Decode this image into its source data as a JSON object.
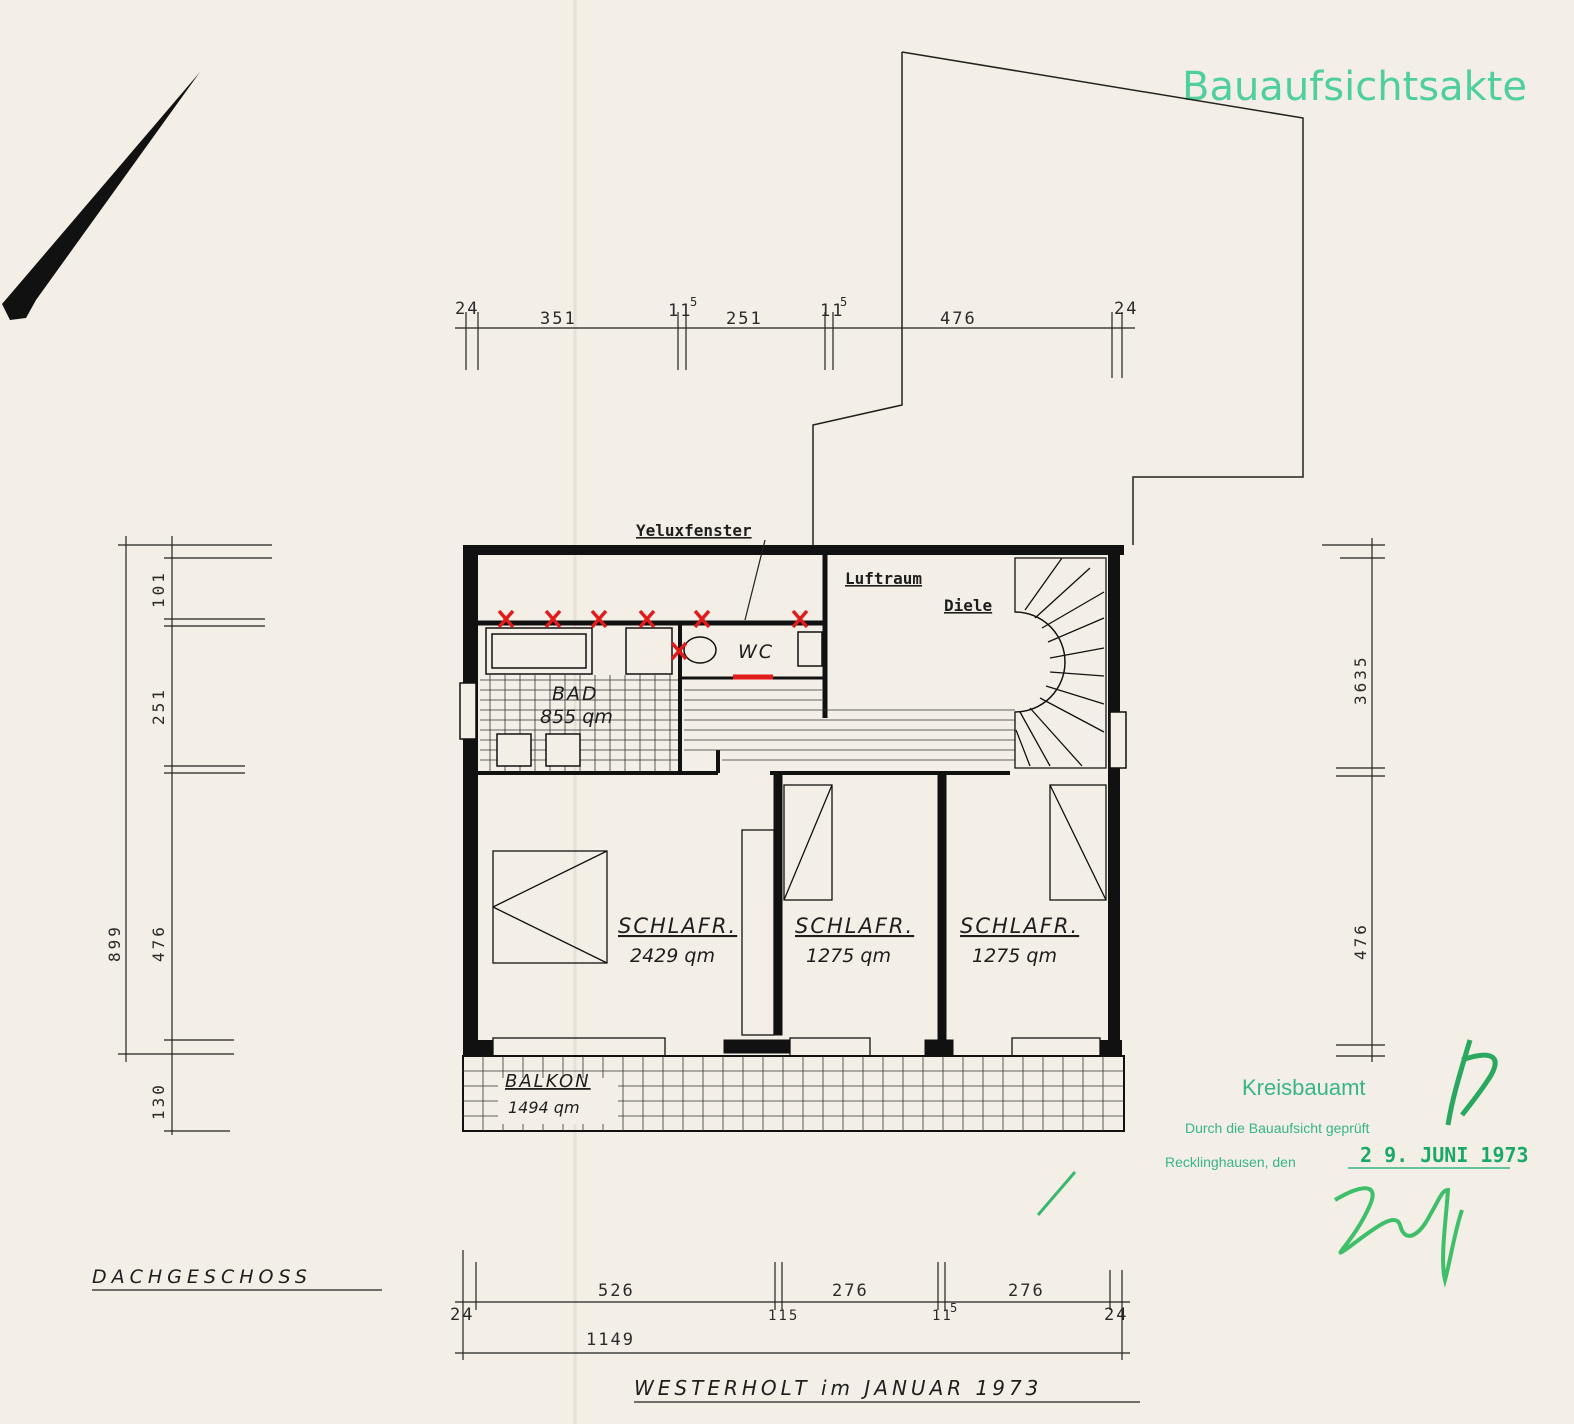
{
  "stamp_top": "Bauaufsichtsakte",
  "labels": {
    "yeluxfenster": "Yeluxfenster",
    "luftraum": "Luftraum",
    "diele": "Diele",
    "wc": "WC",
    "bad": "BAD",
    "bad_area": "855 qm",
    "bedroom1": "SCHLAFR.",
    "bedroom1_area": "2429 qm",
    "bedroom2": "SCHLAFR.",
    "bedroom2_area": "1275 qm",
    "bedroom3": "SCHLAFR.",
    "bedroom3_area": "1275 qm",
    "balkon": "BALKON",
    "balkon_area": "1494 qm"
  },
  "dims_top": [
    "24",
    "351",
    "11",
    "5",
    "251",
    "11",
    "5",
    "476",
    "24"
  ],
  "dims_left": [
    "101",
    "251",
    "476",
    "899",
    "130"
  ],
  "dims_right": [
    "3635",
    "476"
  ],
  "dims_bottom": [
    "24",
    "526",
    "115",
    "276",
    "11",
    "5",
    "276",
    "24",
    "1149"
  ],
  "floor_title": "DACHGESCHOSS",
  "place_date": "WESTERHOLT  im  JANUAR  1973",
  "stamp": {
    "office": "Kreisbauamt",
    "line1": "Durch die Bauaufsicht geprüft",
    "line2": "Recklinghausen, den",
    "date": "2 9. JUNI 1973"
  },
  "colors": {
    "ink": "#141414",
    "stamp": "#37b683",
    "mark": "#e11a1a",
    "paper": "#f3efe6"
  }
}
